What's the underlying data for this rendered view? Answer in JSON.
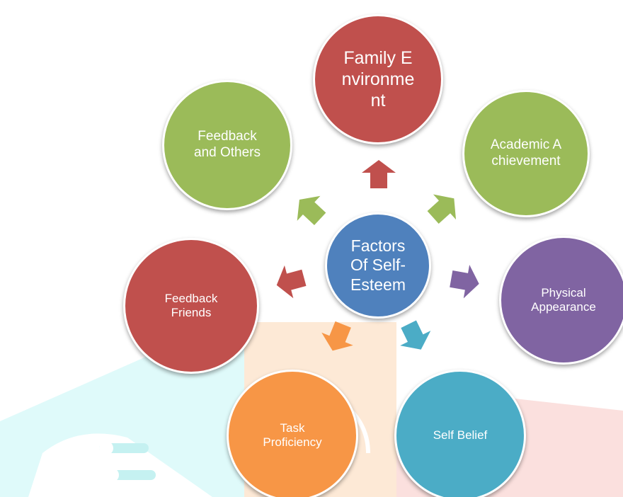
{
  "diagram": {
    "center": {
      "label": "Factors Of Self-Esteem",
      "color": "#4f81bd"
    },
    "nodes": [
      {
        "id": "family-environment",
        "label": "Family Environment",
        "color": "#c0504d"
      },
      {
        "id": "academic-achievement",
        "label": "Academic Achievement",
        "color": "#9bbb59"
      },
      {
        "id": "physical-appearance",
        "label": "Physical Appearance",
        "color": "#8064a2"
      },
      {
        "id": "self-belief",
        "label": "Self Belief",
        "color": "#4bacc6"
      },
      {
        "id": "task-proficiency",
        "label": "Task Proficiency",
        "color": "#f79646"
      },
      {
        "id": "feedback-friends",
        "label": "Feedback Friends",
        "color": "#c0504d"
      },
      {
        "id": "feedback-and-others",
        "label": "Feedback and Others",
        "color": "#9bbb59"
      }
    ]
  }
}
